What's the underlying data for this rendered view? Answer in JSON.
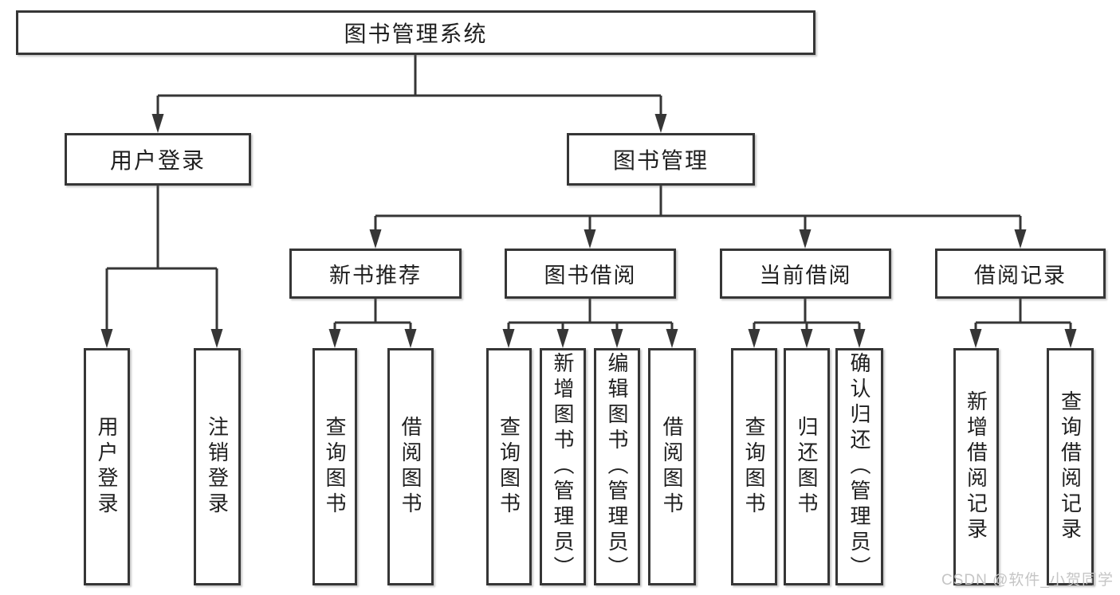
{
  "colors": {
    "line": "#363636",
    "box_border": "#363636",
    "box_background": "#ffffff",
    "text": "#1f1f1f",
    "watermark": "#c5c5c5"
  },
  "tree": {
    "root": {
      "label": "图书管理系统"
    },
    "user_login": {
      "label": "用户登录",
      "children": [
        {
          "label": "用户登录"
        },
        {
          "label": "注销登录"
        }
      ]
    },
    "book_mgmt": {
      "label": "图书管理",
      "children": [
        {
          "label": "新书推荐",
          "children": [
            {
              "label": "查询图书"
            },
            {
              "label": "借阅图书"
            }
          ]
        },
        {
          "label": "图书借阅",
          "children": [
            {
              "label": "查询图书"
            },
            {
              "label": "新增图书（管理员）"
            },
            {
              "label": "编辑图书（管理员）"
            },
            {
              "label": "借阅图书"
            }
          ]
        },
        {
          "label": "当前借阅",
          "children": [
            {
              "label": "查询图书"
            },
            {
              "label": "归还图书"
            },
            {
              "label": "确认归还（管理员）"
            }
          ]
        },
        {
          "label": "借阅记录",
          "children": [
            {
              "label": "新增借阅记录"
            },
            {
              "label": "查询借阅记录"
            }
          ]
        }
      ]
    }
  },
  "watermark": {
    "text": "CSDN @软件_小贺同学"
  }
}
